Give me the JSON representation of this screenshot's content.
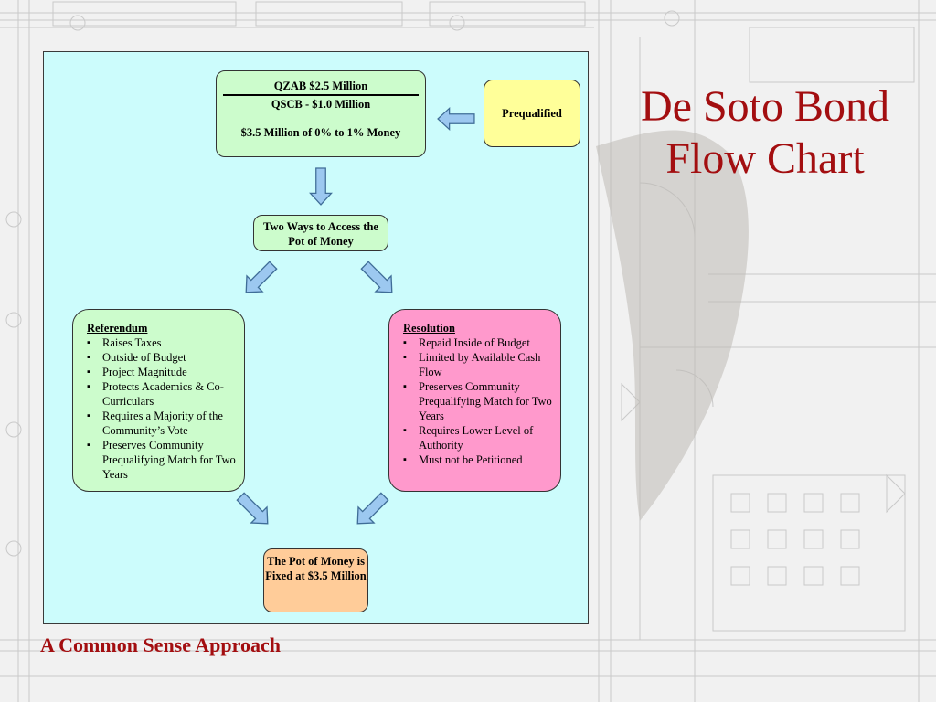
{
  "slide": {
    "title": "De Soto Bond Flow Chart",
    "footer": "A Common Sense Approach"
  },
  "flow": {
    "top_box": {
      "line1": "QZAB $2.5 Million",
      "line2": "QSCB - $1.0 Million",
      "line3": "$3.5 Million of 0% to 1% Money"
    },
    "prequalified": "Prequalified",
    "two_ways": "Two Ways to Access the Pot of Money",
    "referendum": {
      "heading": "Referendum",
      "items": [
        "Raises Taxes",
        "Outside of Budget",
        "Project Magnitude",
        "Protects Academics & Co-Curriculars",
        "Requires a Majority of the Community’s Vote",
        "Preserves Community Prequalifying Match for Two Years"
      ]
    },
    "resolution": {
      "heading": "Resolution",
      "items": [
        "Repaid Inside of Budget",
        "Limited by Available Cash Flow",
        "Preserves Community Prequalifying Match for Two Years",
        "Requires Lower Level of Authority",
        "Must not be Petitioned"
      ]
    },
    "pot": "The Pot of Money is Fixed at $3.5 Million"
  },
  "colors": {
    "title": "#a30e10",
    "panel": "#ccfcfc",
    "green_box": "#ccfccc",
    "yellow_box": "#ffff99",
    "pink_box": "#ff99cc",
    "orange_box": "#ffcc99",
    "arrow_fill": "#9cc8f0"
  }
}
